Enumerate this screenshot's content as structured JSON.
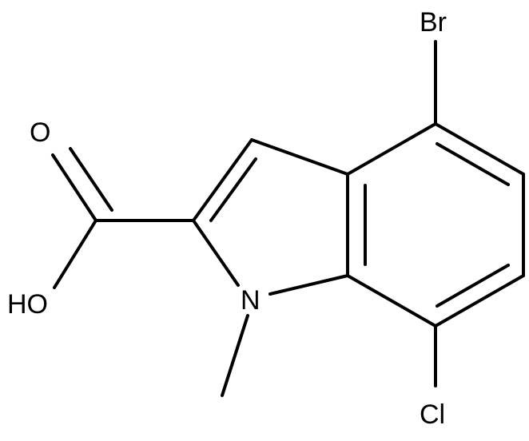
{
  "molecule": {
    "atoms": {
      "br": "Br",
      "cl": "Cl",
      "n": "N",
      "o": "O",
      "ho": "HO"
    },
    "colors": {
      "bond": "#000000",
      "label": "#000000",
      "background": "#ffffff"
    }
  }
}
